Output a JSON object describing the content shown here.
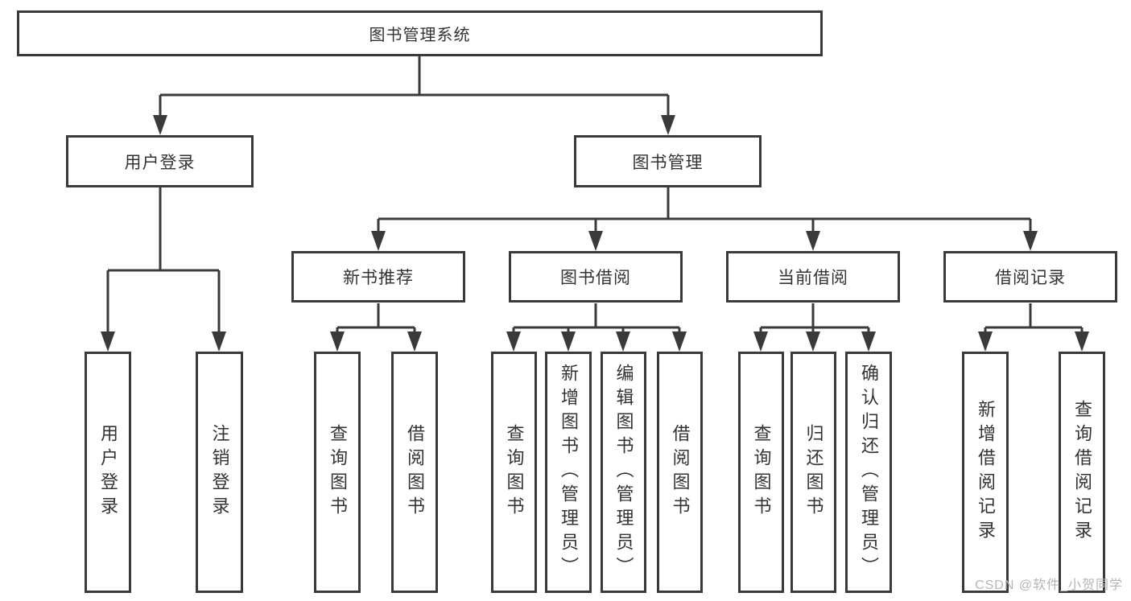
{
  "diagram_title": "图书管理系统",
  "tree": {
    "root": "图书管理系统",
    "level2": [
      "用户登录",
      "图书管理"
    ],
    "level3": [
      "新书推荐",
      "图书借阅",
      "当前借阅",
      "借阅记录"
    ],
    "leaves": {
      "user_login": [
        "用户登录",
        "注销登录"
      ],
      "new_book_recommend": [
        "查询图书",
        "借阅图书"
      ],
      "book_borrowing": [
        "查询图书",
        "新增图书（管理员）",
        "编辑图书（管理员）",
        "借阅图书"
      ],
      "current_borrowing": [
        "查询图书",
        "归还图书",
        "确认归还（管理员）"
      ],
      "borrow_records": [
        "新增借阅记录",
        "查询借阅记录"
      ]
    }
  },
  "watermark": "CSDN @软件_小贺同学",
  "colors": {
    "line": "#3a3a3a",
    "box_border": "#3a3a3a",
    "text": "#333333",
    "watermark": "#b5b5b5",
    "background": "#ffffff"
  }
}
